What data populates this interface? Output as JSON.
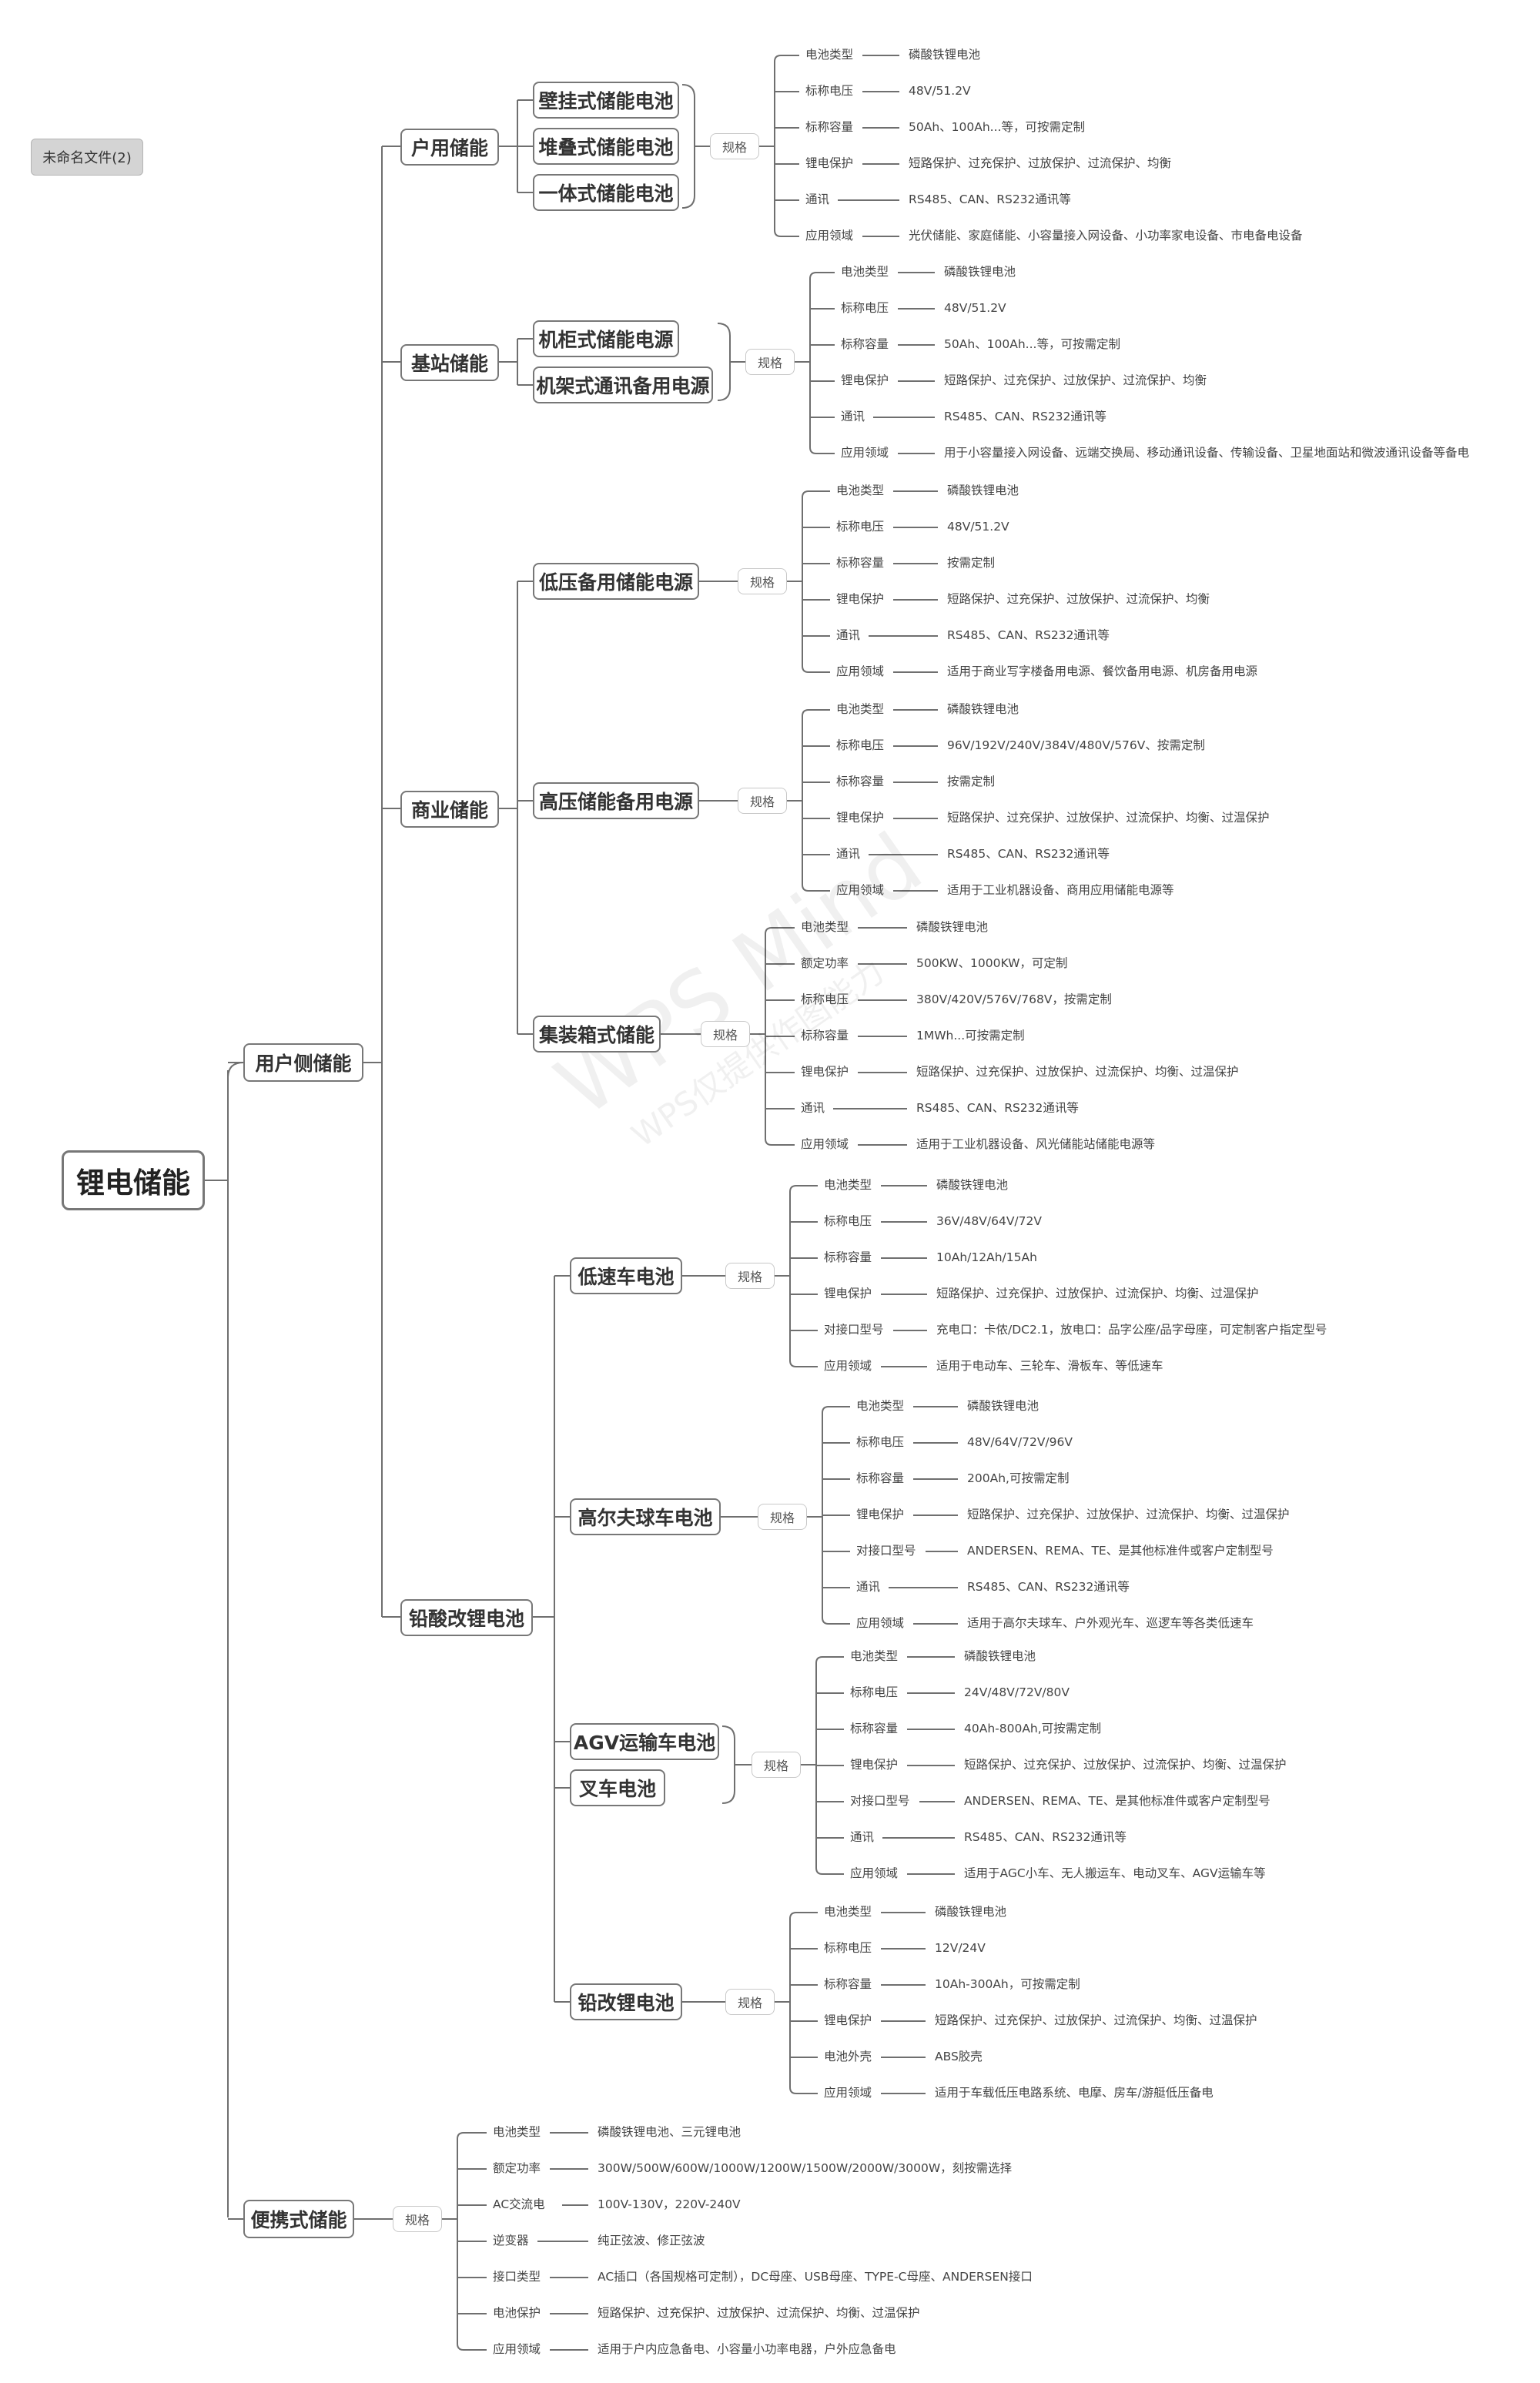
{
  "file_tag": "未命名文件(2)",
  "watermark": {
    "line1": "WPS Mind",
    "line2": "WPS仅提供作图能力"
  },
  "root": "锂电储能",
  "spec_label": "规格",
  "level1": [
    "用户侧储能",
    "便携式储能"
  ],
  "level2": [
    "户用储能",
    "基站储能",
    "商业储能",
    "铅酸改锂电池"
  ],
  "level3": [
    "壁挂式储能电池",
    "堆叠式储能电池",
    "一体式储能电池",
    "机柜式储能电源",
    "机架式通讯备用电源",
    "低压备用储能电源",
    "高压储能备用电源",
    "集装箱式储能",
    "低速车电池",
    "高尔夫球车电池",
    "AGV运输车电池",
    "叉车电池",
    "铅改锂电池"
  ],
  "specs": [
    {
      "group": "户用储能",
      "items": [
        {
          "key": "电池类型",
          "value": "磷酸铁锂电池"
        },
        {
          "key": "标称电压",
          "value": "48V/51.2V"
        },
        {
          "key": "标称容量",
          "value": "50Ah、100Ah...等，可按需定制"
        },
        {
          "key": "锂电保护",
          "value": "短路保护、过充保护、过放保护、过流保护、均衡"
        },
        {
          "key": "通讯",
          "value": "RS485、CAN、RS232通讯等"
        },
        {
          "key": "应用领域",
          "value": "光伏储能、家庭储能、小容量接入网设备、小功率家电设备、市电备电设备"
        }
      ]
    },
    {
      "group": "基站储能",
      "items": [
        {
          "key": "电池类型",
          "value": "磷酸铁锂电池"
        },
        {
          "key": "标称电压",
          "value": "48V/51.2V"
        },
        {
          "key": "标称容量",
          "value": "50Ah、100Ah...等，可按需定制"
        },
        {
          "key": "锂电保护",
          "value": "短路保护、过充保护、过放保护、过流保护、均衡"
        },
        {
          "key": "通讯",
          "value": "RS485、CAN、RS232通讯等"
        },
        {
          "key": "应用领域",
          "value": "用于小容量接入网设备、远端交换局、移动通讯设备、传输设备、卫星地面站和微波通讯设备等备电"
        }
      ]
    },
    {
      "group": "低压备用储能电源",
      "items": [
        {
          "key": "电池类型",
          "value": "磷酸铁锂电池"
        },
        {
          "key": "标称电压",
          "value": "48V/51.2V"
        },
        {
          "key": "标称容量",
          "value": "按需定制"
        },
        {
          "key": "锂电保护",
          "value": "短路保护、过充保护、过放保护、过流保护、均衡"
        },
        {
          "key": "通讯",
          "value": "RS485、CAN、RS232通讯等"
        },
        {
          "key": "应用领域",
          "value": "适用于商业写字楼备用电源、餐饮备用电源、机房备用电源"
        }
      ]
    },
    {
      "group": "高压储能备用电源",
      "items": [
        {
          "key": "电池类型",
          "value": "磷酸铁锂电池"
        },
        {
          "key": "标称电压",
          "value": "96V/192V/240V/384V/480V/576V、按需定制"
        },
        {
          "key": "标称容量",
          "value": "按需定制"
        },
        {
          "key": "锂电保护",
          "value": "短路保护、过充保护、过放保护、过流保护、均衡、过温保护"
        },
        {
          "key": "通讯",
          "value": "RS485、CAN、RS232通讯等"
        },
        {
          "key": "应用领域",
          "value": "适用于工业机器设备、商用应用储能电源等"
        }
      ]
    },
    {
      "group": "集装箱式储能",
      "items": [
        {
          "key": "电池类型",
          "value": "磷酸铁锂电池"
        },
        {
          "key": "额定功率",
          "value": "500KW、1000KW，可定制"
        },
        {
          "key": "标称电压",
          "value": "380V/420V/576V/768V，按需定制"
        },
        {
          "key": "标称容量",
          "value": "1MWh...可按需定制"
        },
        {
          "key": "锂电保护",
          "value": "短路保护、过充保护、过放保护、过流保护、均衡、过温保护"
        },
        {
          "key": "通讯",
          "value": "RS485、CAN、RS232通讯等"
        },
        {
          "key": "应用领域",
          "value": "适用于工业机器设备、风光储能站储能电源等"
        }
      ]
    },
    {
      "group": "低速车电池",
      "items": [
        {
          "key": "电池类型",
          "value": "磷酸铁锂电池"
        },
        {
          "key": "标称电压",
          "value": "36V/48V/64V/72V"
        },
        {
          "key": "标称容量",
          "value": "10Ah/12Ah/15Ah"
        },
        {
          "key": "锂电保护",
          "value": "短路保护、过充保护、过放保护、过流保护、均衡、过温保护"
        },
        {
          "key": "对接口型号",
          "value": "充电口：卡侬/DC2.1，放电口：品字公座/品字母座，可定制客户指定型号"
        },
        {
          "key": "应用领域",
          "value": "适用于电动车、三轮车、滑板车、等低速车"
        }
      ]
    },
    {
      "group": "高尔夫球车电池",
      "items": [
        {
          "key": "电池类型",
          "value": "磷酸铁锂电池"
        },
        {
          "key": "标称电压",
          "value": "48V/64V/72V/96V"
        },
        {
          "key": "标称容量",
          "value": "200Ah,可按需定制"
        },
        {
          "key": "锂电保护",
          "value": "短路保护、过充保护、过放保护、过流保护、均衡、过温保护"
        },
        {
          "key": "对接口型号",
          "value": "ANDERSEN、REMA、TE、是其他标准件或客户定制型号"
        },
        {
          "key": "通讯",
          "value": "RS485、CAN、RS232通讯等"
        },
        {
          "key": "应用领域",
          "value": "适用于高尔夫球车、户外观光车、巡逻车等各类低速车"
        }
      ]
    },
    {
      "group": "AGV运输车电池/叉车电池",
      "items": [
        {
          "key": "电池类型",
          "value": "磷酸铁锂电池"
        },
        {
          "key": "标称电压",
          "value": "24V/48V/72V/80V"
        },
        {
          "key": "标称容量",
          "value": "40Ah-800Ah,可按需定制"
        },
        {
          "key": "锂电保护",
          "value": "短路保护、过充保护、过放保护、过流保护、均衡、过温保护"
        },
        {
          "key": "对接口型号",
          "value": "ANDERSEN、REMA、TE、是其他标准件或客户定制型号"
        },
        {
          "key": "通讯",
          "value": "RS485、CAN、RS232通讯等"
        },
        {
          "key": "应用领域",
          "value": "适用于AGC小车、无人搬运车、电动叉车、AGV运输车等"
        }
      ]
    },
    {
      "group": "铅改锂电池",
      "items": [
        {
          "key": "电池类型",
          "value": "磷酸铁锂电池"
        },
        {
          "key": "标称电压",
          "value": "12V/24V"
        },
        {
          "key": "标称容量",
          "value": "10Ah-300Ah，可按需定制"
        },
        {
          "key": "锂电保护",
          "value": "短路保护、过充保护、过放保护、过流保护、均衡、过温保护"
        },
        {
          "key": "电池外壳",
          "value": "ABS胶壳"
        },
        {
          "key": "应用领域",
          "value": "适用于车载低压电路系统、电摩、房车/游艇低压备电"
        }
      ]
    },
    {
      "group": "便携式储能",
      "items": [
        {
          "key": "电池类型",
          "value": "磷酸铁锂电池、三元锂电池"
        },
        {
          "key": "额定功率",
          "value": "300W/500W/600W/1000W/1200W/1500W/2000W/3000W，刻按需选择"
        },
        {
          "key": "AC交流电",
          "value": "100V-130V，220V-240V"
        },
        {
          "key": "逆变器",
          "value": "纯正弦波、修正弦波"
        },
        {
          "key": "接口类型",
          "value": "AC插口（各国规格可定制），DC母座、USB母座、TYPE-C母座、ANDERSEN接口"
        },
        {
          "key": "电池保护",
          "value": "短路保护、过充保护、过放保护、过流保护、均衡、过温保护"
        },
        {
          "key": "应用领域",
          "value": "适用于户内应急备电、小容量小功率电器，户外应急备电"
        }
      ]
    }
  ]
}
